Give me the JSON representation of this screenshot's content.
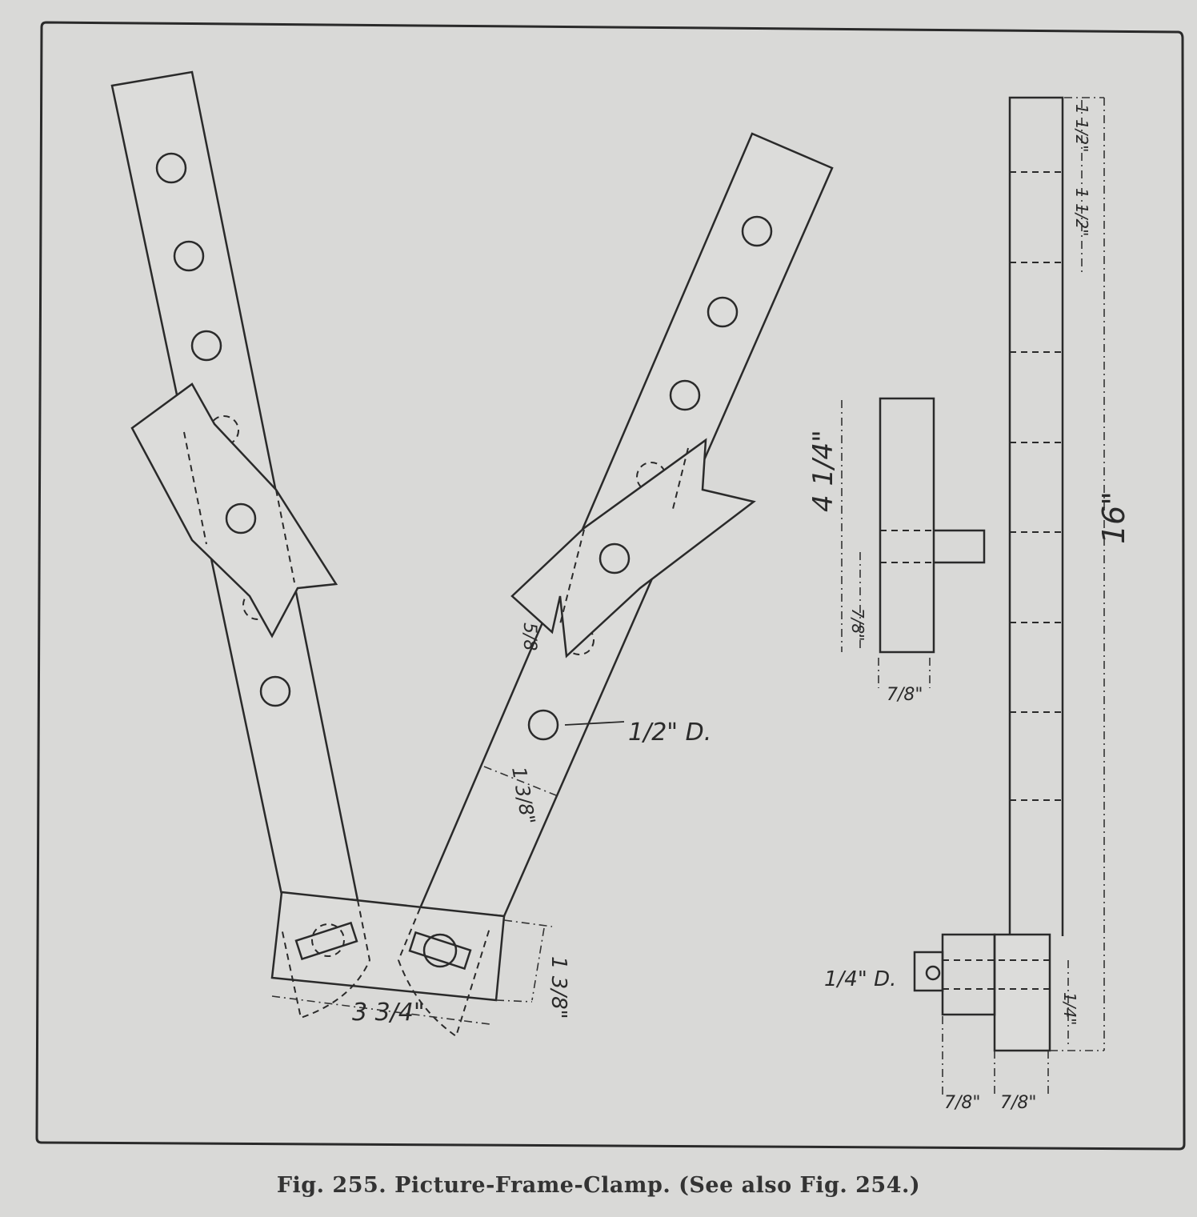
{
  "caption": "Fig. 255.  Picture-Frame-Clamp.  (See also Fig. 254.)",
  "dimensions": {
    "hole_diameter": "1/2\" D.",
    "arm_width": "1 3/8\"",
    "base_width": "1 3/8\"",
    "base_length": "3 3/4\"",
    "clip_offset": "5/8",
    "jaw_height": "4 1/4\"",
    "jaw_peg_offset": "7/8\"",
    "jaw_thickness": "7/8\"",
    "bar_length": "16\"",
    "bar_spacing_top": "1 1/2\"",
    "bar_spacing_second": "1 1/2\"",
    "bar_end_offset": "1/4\"",
    "pin_diameter": "1/4\" D.",
    "block_thickness": "7/8\"",
    "bar_thickness": "7/8\""
  }
}
